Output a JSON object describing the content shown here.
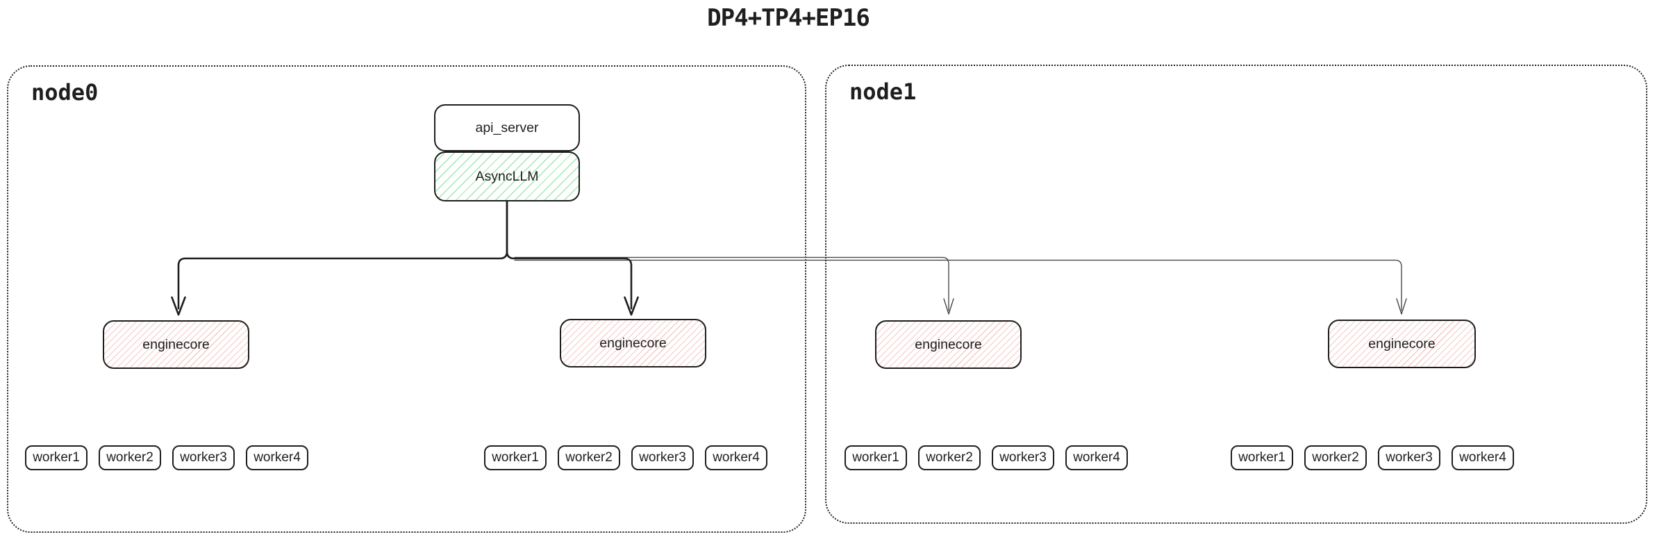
{
  "title": "DP4+TP4+EP16",
  "colors": {
    "stroke": "#1e1e1e",
    "thin_stroke": "#3d3d3d",
    "green_hatch": "#9ee8b2",
    "red_hatch": "#f5c9c8"
  },
  "nodes": [
    {
      "label": "node0"
    },
    {
      "label": "node1"
    }
  ],
  "api_server": {
    "label": "api_server"
  },
  "async_llm": {
    "label": "AsyncLLM"
  },
  "enginecores": [
    {
      "label": "enginecore"
    },
    {
      "label": "enginecore"
    },
    {
      "label": "enginecore"
    },
    {
      "label": "enginecore"
    }
  ],
  "worker_groups": [
    {
      "workers": [
        "worker1",
        "worker2",
        "worker3",
        "worker4"
      ]
    },
    {
      "workers": [
        "worker1",
        "worker2",
        "worker3",
        "worker4"
      ]
    },
    {
      "workers": [
        "worker1",
        "worker2",
        "worker3",
        "worker4"
      ]
    },
    {
      "workers": [
        "worker1",
        "worker2",
        "worker3",
        "worker4"
      ]
    }
  ]
}
